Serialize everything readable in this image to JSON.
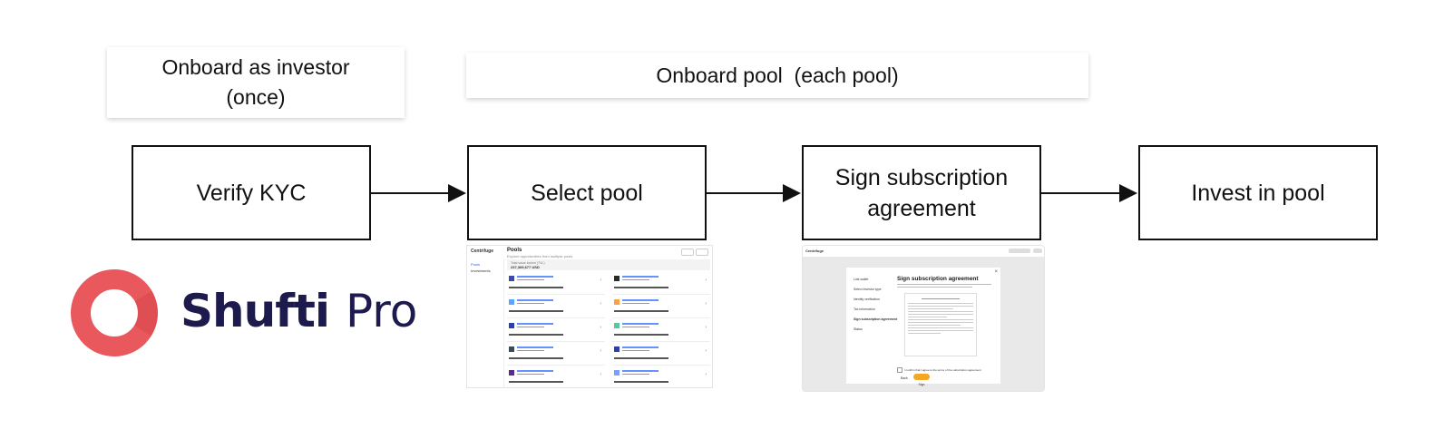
{
  "phases": {
    "investor": "Onboard as investor (once)",
    "pool": "Onboard pool  (each pool)"
  },
  "steps": [
    {
      "label": "Verify KYC"
    },
    {
      "label": "Select pool"
    },
    {
      "label": "Sign subscription agreement"
    },
    {
      "label": "Invest in pool"
    }
  ],
  "logo": {
    "part1": "Shufti",
    "part2": "Pro",
    "ring_color": "#e8585c",
    "text_color": "#1d1a4d"
  },
  "pools_screenshot": {
    "app_name": "Centrifuge",
    "title": "Pools",
    "subtitle": "Explore opportunities from multiple pools",
    "nav": [
      "Pools",
      "Investments"
    ],
    "total_label": "Total value locked (TVL)",
    "total_value": "237,369,677 USD",
    "pools": [
      "Pool",
      "Pool",
      "Pool",
      "Pool",
      "Pool",
      "Pool",
      "Pool",
      "Pool",
      "Pool",
      "Pool"
    ]
  },
  "agreement_screenshot": {
    "app_name": "Centrifuge",
    "title": "Sign subscription agreement",
    "steps": [
      "Link wallet",
      "Select investor type",
      "Identity verification",
      "Tax information",
      "Sign subscription agreement",
      "Status"
    ],
    "checkbox_label": "I confirm that I agree to the terms of the subscription agreement",
    "back_label": "Back",
    "sign_label": "Sign",
    "accent": "#f5a623"
  }
}
